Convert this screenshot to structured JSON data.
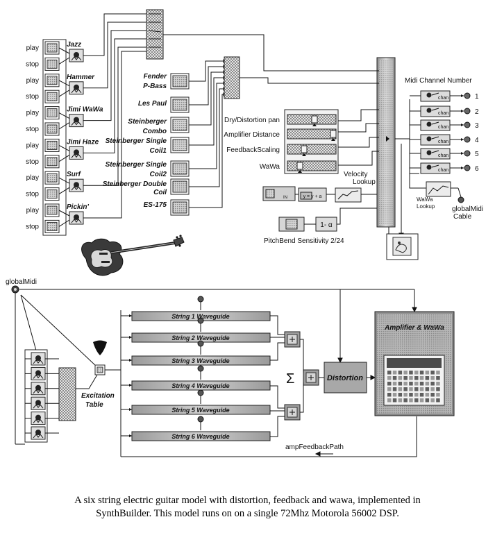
{
  "song_controls": [
    {
      "play_label": "play",
      "stop_label": "stop",
      "name": "Jazz"
    },
    {
      "play_label": "play",
      "stop_label": "stop",
      "name": "Hammer"
    },
    {
      "play_label": "play",
      "stop_label": "stop",
      "name": "Jimi WaWa"
    },
    {
      "play_label": "play",
      "stop_label": "stop",
      "name": "Jimi Haze"
    },
    {
      "play_label": "play",
      "stop_label": "stop",
      "name": "Surf"
    },
    {
      "play_label": "play",
      "stop_label": "stop",
      "name": "Pickin'"
    }
  ],
  "guitar_types": [
    "Fender P-Bass",
    "Les Paul",
    "Steinberger Combo",
    "Steinberger Single Coil1",
    "Steinberger Single Coil2",
    "Steinberger Double Coil",
    "ES-175"
  ],
  "sliders": [
    "Dry/Distortion pan",
    "Amplifier Distance",
    "FeedbackScaling",
    "WaWa"
  ],
  "labels": {
    "velocity_lookup": "Velocity Lookup",
    "midi_channel_number": "Midi Channel Number",
    "channels": [
      "1",
      "2",
      "3",
      "4",
      "5",
      "6"
    ],
    "chan_text": "chan",
    "wawa_lookup": "WaWa Lookup",
    "global_midi_cable": "globalMidi Cable",
    "pitchbend": "PitchBend Sensitivity 2/24",
    "global_midi": "globalMidi",
    "excitation_table": "Excitation Table",
    "distortion": "Distortion",
    "amplifier_wawa": "Amplifier & WaWa",
    "amp_feedback_path": "ampFeedbackPath",
    "in_text": "IN",
    "formula_text": "y = y + a",
    "alpha_text": "1- α",
    "sigma": "Σ"
  },
  "waveguides": [
    "String 1 Waveguide",
    "String 2 Waveguide",
    "String 3 Waveguide",
    "String 4 Waveguide",
    "String 5 Waveguide",
    "String 6 Waveguide"
  ],
  "caption": {
    "line1": "A six string  electric guitar model with distortion, feedback and wawa, implemented in",
    "line2": "SynthBuilder.  This model runs on on a single 72Mhz Motorola 56002  DSP."
  }
}
